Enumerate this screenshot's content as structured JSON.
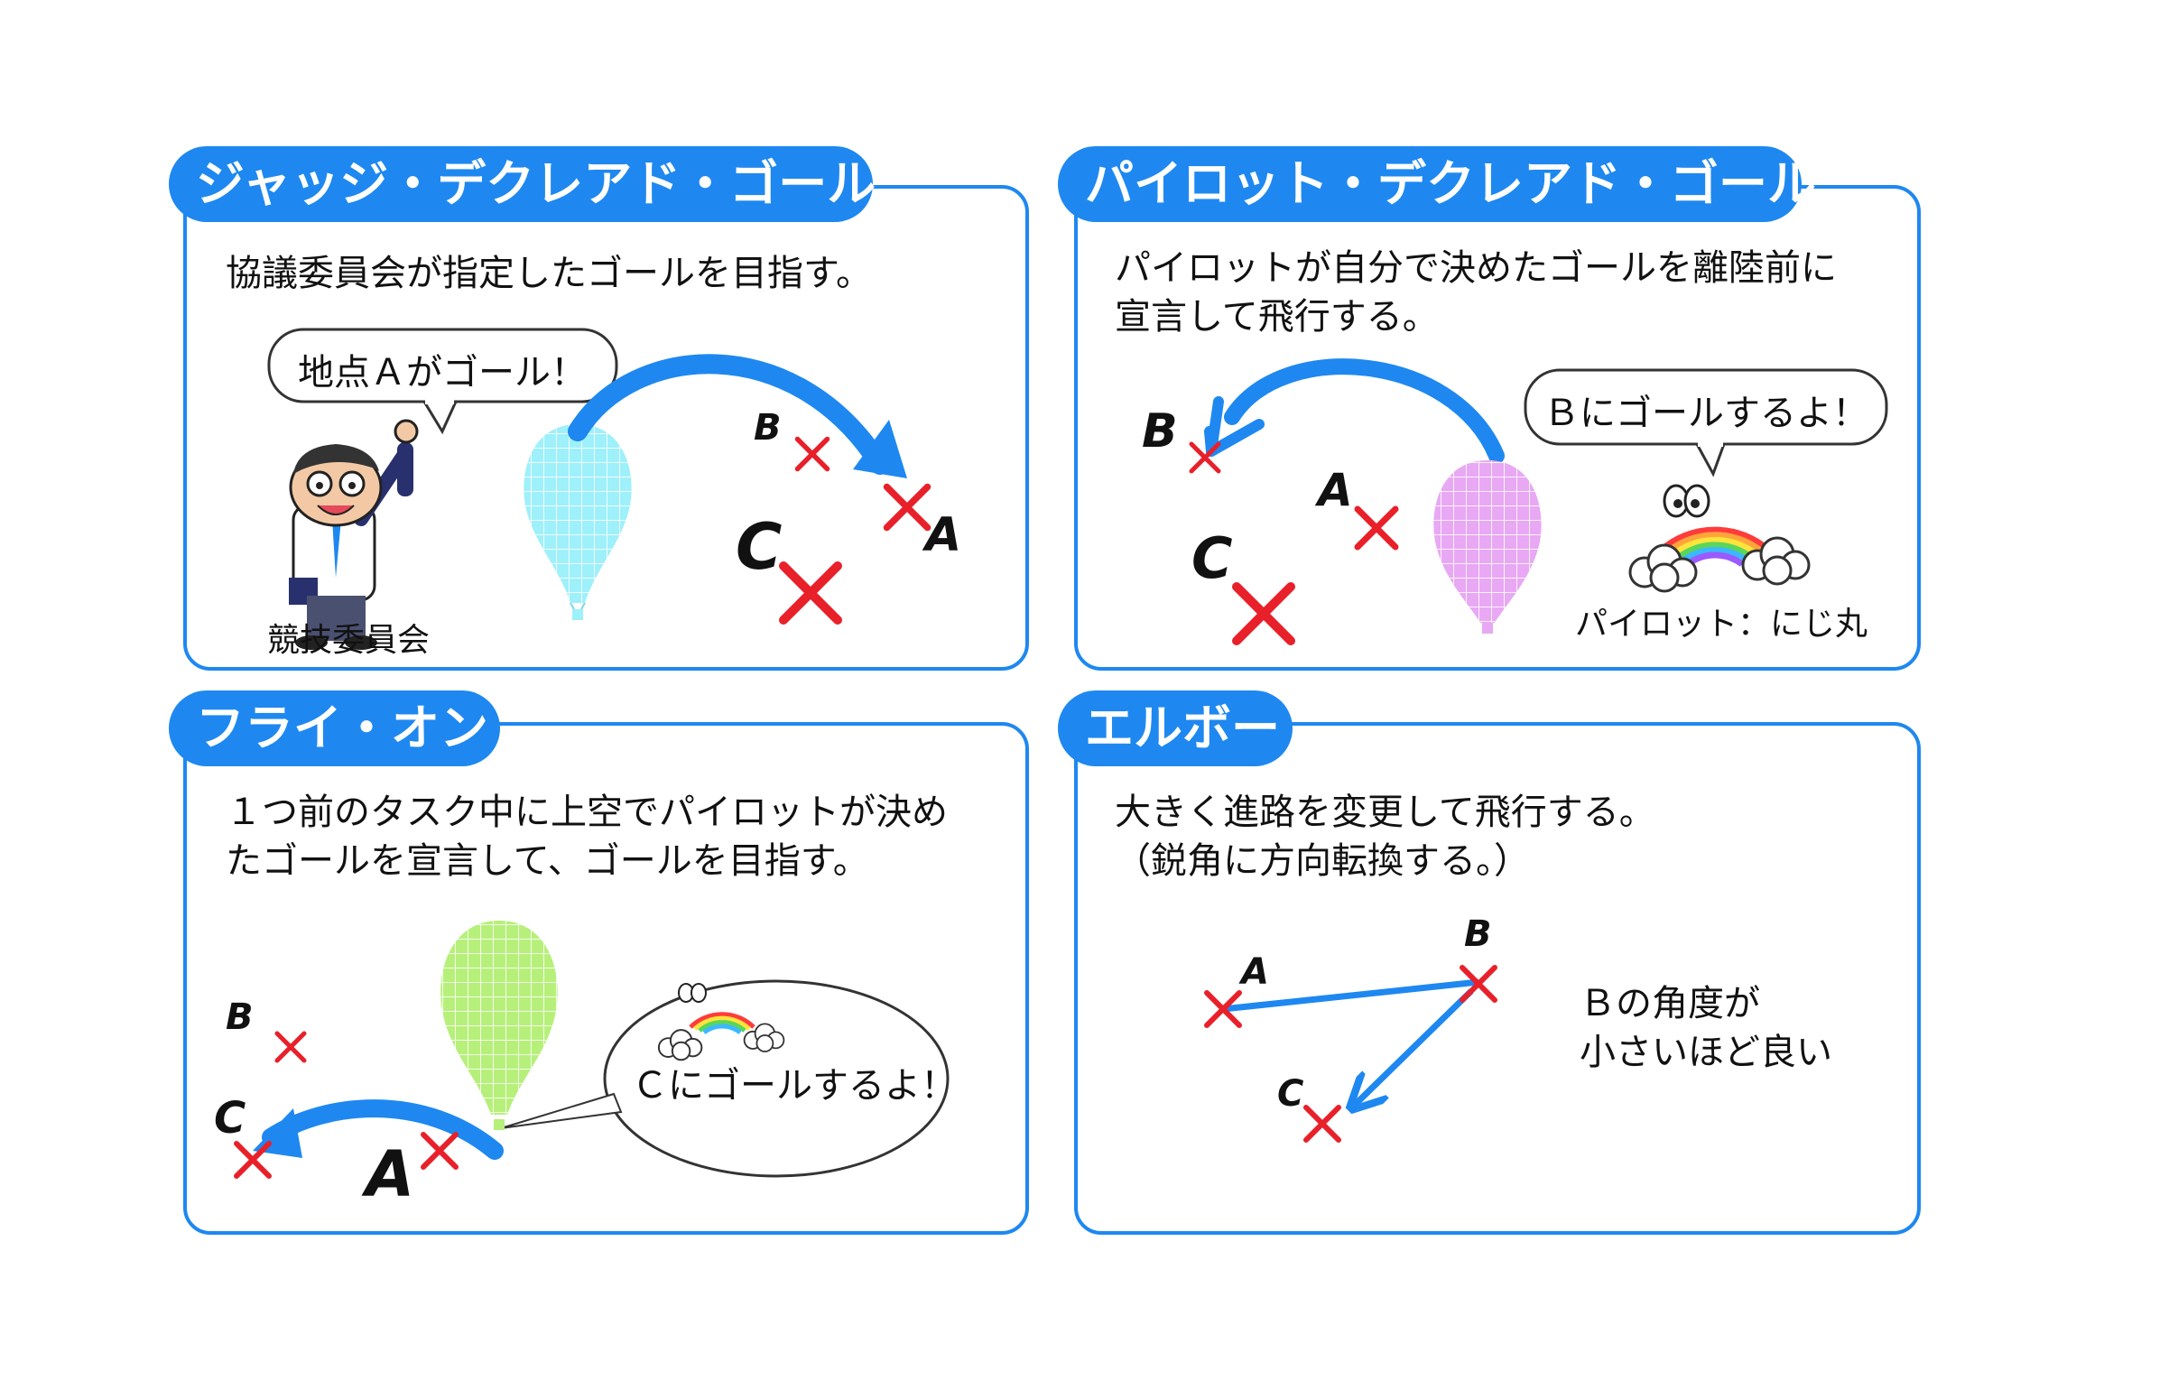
{
  "panels": [
    {
      "title": "ジャッジ・デクレアド・ゴール",
      "description": "協議委員会が指定したゴールを目指す。",
      "bubble": "地点Ａがゴール！",
      "caption": "競技委員会",
      "markers": [
        "B",
        "A",
        "C"
      ]
    },
    {
      "title": "パイロット・デクレアド・ゴール",
      "description": "パイロットが自分で決めたゴールを離陸前に\n宣言して飛行する。",
      "bubble": "Ｂにゴールするよ！",
      "caption": "パイロット：にじ丸",
      "markers": [
        "B",
        "A",
        "C"
      ]
    },
    {
      "title": "フライ・オン",
      "description": "１つ前のタスク中に上空でパイロットが決め\nたゴールを宣言して、ゴールを目指す。",
      "bubble": "Ｃにゴールするよ！",
      "markers": [
        "B",
        "C",
        "A"
      ]
    },
    {
      "title": "エルボー",
      "description": "大きく進路を変更して飛行する。\n（鋭角に方向転換する。）",
      "note": "Ｂの角度が\n小さいほど良い",
      "markers": [
        "A",
        "B",
        "C"
      ]
    }
  ],
  "colors": {
    "accent": "#1e88f0",
    "marker": "#e8202a",
    "balloon_judge": "#9ef0fa",
    "balloon_pilot": "#e8a8f4",
    "balloon_flyon": "#b6f07a"
  }
}
